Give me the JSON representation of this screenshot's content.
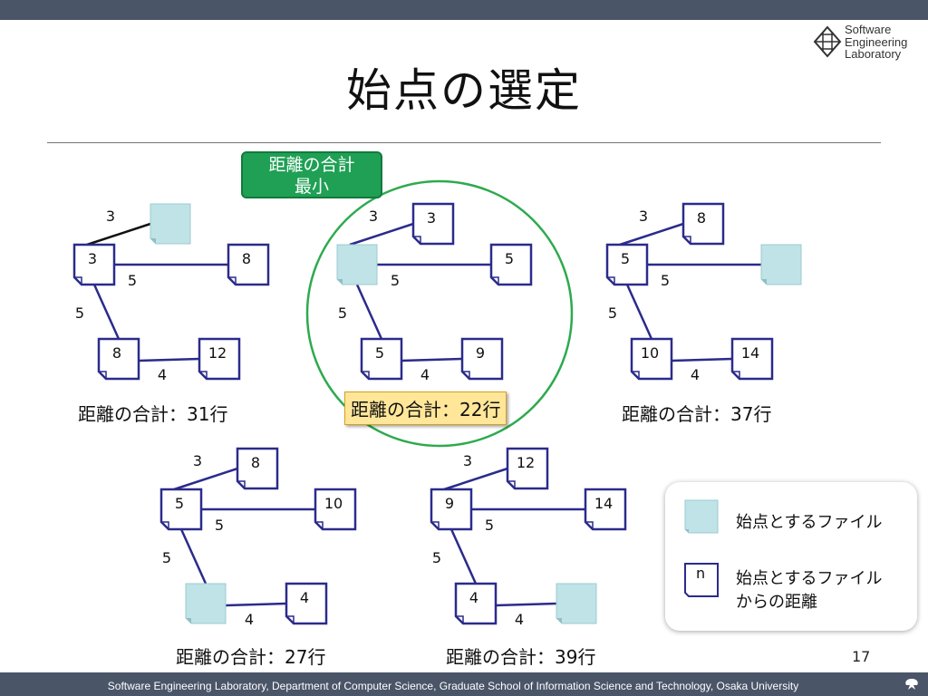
{
  "slide": {
    "title": "始点の選定",
    "page_number": "17",
    "logo_lines": [
      "Software",
      "Engineering",
      "Laboratory"
    ],
    "footer": "Software Engineering Laboratory, Department of Computer Science, Graduate School of Information Science and Technology, Osaka University"
  },
  "callout": {
    "text": "距離の合計\n最小"
  },
  "colors": {
    "bar": "#4a5568",
    "start_file": "#bfe3e6",
    "callout_green": "#1fa055",
    "circle_green": "#2eaa4e",
    "highlight": "#ffe699",
    "edge": "#2b2b8c"
  },
  "trees": [
    {
      "name": "tree-1",
      "total": "距離の合計：31行",
      "highlighted": false,
      "files": [
        {
          "id": "root",
          "label": "3",
          "is_start": false
        },
        {
          "id": "top",
          "label": "",
          "is_start": true
        },
        {
          "id": "right",
          "label": "8",
          "is_start": false
        },
        {
          "id": "bottom",
          "label": "8",
          "is_start": false
        },
        {
          "id": "leaf",
          "label": "12",
          "is_start": false
        }
      ],
      "edges": [
        {
          "from": "root",
          "to": "top",
          "weight": "3"
        },
        {
          "from": "root",
          "to": "right",
          "weight": "5"
        },
        {
          "from": "root",
          "to": "bottom",
          "weight": "5"
        },
        {
          "from": "bottom",
          "to": "leaf",
          "weight": "4"
        }
      ]
    },
    {
      "name": "tree-2",
      "total": "距離の合計：22行",
      "highlighted": true,
      "files": [
        {
          "id": "root",
          "label": "",
          "is_start": true
        },
        {
          "id": "top",
          "label": "3",
          "is_start": false
        },
        {
          "id": "right",
          "label": "5",
          "is_start": false
        },
        {
          "id": "bottom",
          "label": "5",
          "is_start": false
        },
        {
          "id": "leaf",
          "label": "9",
          "is_start": false
        }
      ],
      "edges": [
        {
          "from": "root",
          "to": "top",
          "weight": "3"
        },
        {
          "from": "root",
          "to": "right",
          "weight": "5"
        },
        {
          "from": "root",
          "to": "bottom",
          "weight": "5"
        },
        {
          "from": "bottom",
          "to": "leaf",
          "weight": "4"
        }
      ]
    },
    {
      "name": "tree-3",
      "total": "距離の合計：37行",
      "highlighted": false,
      "files": [
        {
          "id": "root",
          "label": "5",
          "is_start": false
        },
        {
          "id": "top",
          "label": "8",
          "is_start": false
        },
        {
          "id": "right",
          "label": "",
          "is_start": true
        },
        {
          "id": "bottom",
          "label": "10",
          "is_start": false
        },
        {
          "id": "leaf",
          "label": "14",
          "is_start": false
        }
      ],
      "edges": [
        {
          "from": "root",
          "to": "top",
          "weight": "3"
        },
        {
          "from": "root",
          "to": "right",
          "weight": "5"
        },
        {
          "from": "root",
          "to": "bottom",
          "weight": "5"
        },
        {
          "from": "bottom",
          "to": "leaf",
          "weight": "4"
        }
      ]
    },
    {
      "name": "tree-4",
      "total": "距離の合計：27行",
      "highlighted": false,
      "files": [
        {
          "id": "root",
          "label": "5",
          "is_start": false
        },
        {
          "id": "top",
          "label": "8",
          "is_start": false
        },
        {
          "id": "right",
          "label": "10",
          "is_start": false
        },
        {
          "id": "bottom",
          "label": "",
          "is_start": true
        },
        {
          "id": "leaf",
          "label": "4",
          "is_start": false
        }
      ],
      "edges": [
        {
          "from": "root",
          "to": "top",
          "weight": "3"
        },
        {
          "from": "root",
          "to": "right",
          "weight": "5"
        },
        {
          "from": "root",
          "to": "bottom",
          "weight": "5"
        },
        {
          "from": "bottom",
          "to": "leaf",
          "weight": "4"
        }
      ]
    },
    {
      "name": "tree-5",
      "total": "距離の合計：39行",
      "highlighted": false,
      "files": [
        {
          "id": "root",
          "label": "9",
          "is_start": false
        },
        {
          "id": "top",
          "label": "12",
          "is_start": false
        },
        {
          "id": "right",
          "label": "14",
          "is_start": false
        },
        {
          "id": "bottom",
          "label": "4",
          "is_start": false
        },
        {
          "id": "leaf",
          "label": "",
          "is_start": true
        }
      ],
      "edges": [
        {
          "from": "root",
          "to": "top",
          "weight": "3"
        },
        {
          "from": "root",
          "to": "right",
          "weight": "5"
        },
        {
          "from": "root",
          "to": "bottom",
          "weight": "5"
        },
        {
          "from": "bottom",
          "to": "leaf",
          "weight": "4"
        }
      ]
    }
  ],
  "legend": {
    "start_label": "始点とするファイル",
    "sample_label": "n",
    "distance_label": "始点とするファイル\nからの距離"
  }
}
